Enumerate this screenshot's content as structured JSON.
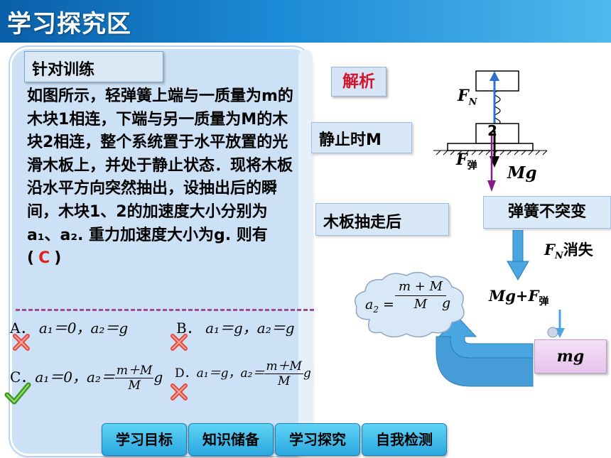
{
  "header": {
    "title": "学习探究区"
  },
  "section_tag": "针对训练",
  "problem": {
    "text": "如图所示，轻弹簧上端与一质量为m的木块1相连，下端与另一质量为M的木块2相连，整个系统置于水平放置的光滑木板上，并处于静止状态．现将木板沿水平方向突然抽出，设抽出后的瞬间，木块1、2的加速度大小分别为a₁、a₂. 重力加速度大小为g. 则有(",
    "answer": "C",
    "close": ")"
  },
  "options": {
    "a_label": "A．",
    "a_text": "a₁＝0，a₂＝g",
    "b_label": "B．",
    "b_text": "a₁＝g，a₂＝g",
    "c_label": "C．",
    "c_text": "a₁＝0，a₂＝",
    "d_label": "D．",
    "d_text": "a₁＝g，a₂＝",
    "frac_num": "m＋M",
    "frac_den": "M",
    "frac_tail": "g"
  },
  "marks": {
    "a": "wrong",
    "b": "wrong",
    "c": "correct",
    "d": "wrong"
  },
  "analysis": {
    "button": "解析",
    "static_label": "静止时M",
    "board_removed_label": "木板抽走后",
    "spring_note": "弹簧不突变",
    "fn": "F",
    "fn_sub": "N",
    "fn_vanish": "消失",
    "mg_plus": "Mg+F",
    "spring_sub": "弹",
    "mg_label": "Mg",
    "block_num": "2",
    "mg_box": "mg",
    "cloud_lhs": "a",
    "cloud_lhs_sub": "2",
    "cloud_num": "m + M",
    "cloud_den": "M",
    "cloud_tail": "g"
  },
  "nav": [
    "学习目标",
    "知识储备",
    "学习探究",
    "自我检测"
  ],
  "colors": {
    "title_bar": "#1b8ad6",
    "panel": "#cce0f6",
    "answer": "#e0201c",
    "analysis": "#d4142b",
    "nav": "#2aa8e0",
    "divider": "#9a4c97",
    "mg_arrow": "#8b1a8b"
  }
}
